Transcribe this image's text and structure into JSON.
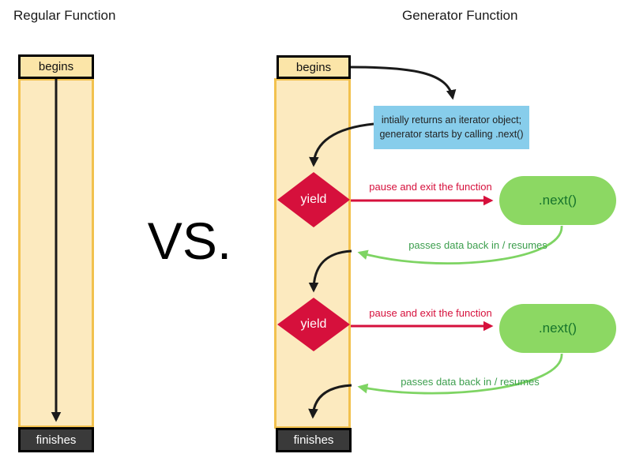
{
  "titles": {
    "regular": "Regular Function",
    "generator": "Generator Function"
  },
  "vs_label": "VS.",
  "regular_flow": {
    "begins": "begins",
    "finishes": "finishes"
  },
  "generator_flow": {
    "begins": "begins",
    "finishes": "finishes",
    "note_line1": "intially returns an iterator object;",
    "note_line2": "generator starts by calling .next()",
    "yield_label": "yield",
    "next_label": ".next()",
    "pause_label": "pause and exit the function",
    "resume_label": "passes data back in / resumes"
  },
  "colors": {
    "column_fill": "#FCEABF",
    "column_border": "#F2C14E",
    "begin_fill": "#FBE5A8",
    "finish_fill": "#3A3A3A",
    "note_fill": "#87CDEB",
    "yield_red": "#D6103C",
    "next_green_fill": "#8CD863",
    "next_green_text": "#17742C",
    "arrow_black": "#1a1a1a",
    "arrow_green": "#7ED463",
    "label_green": "#3C9E4D"
  }
}
